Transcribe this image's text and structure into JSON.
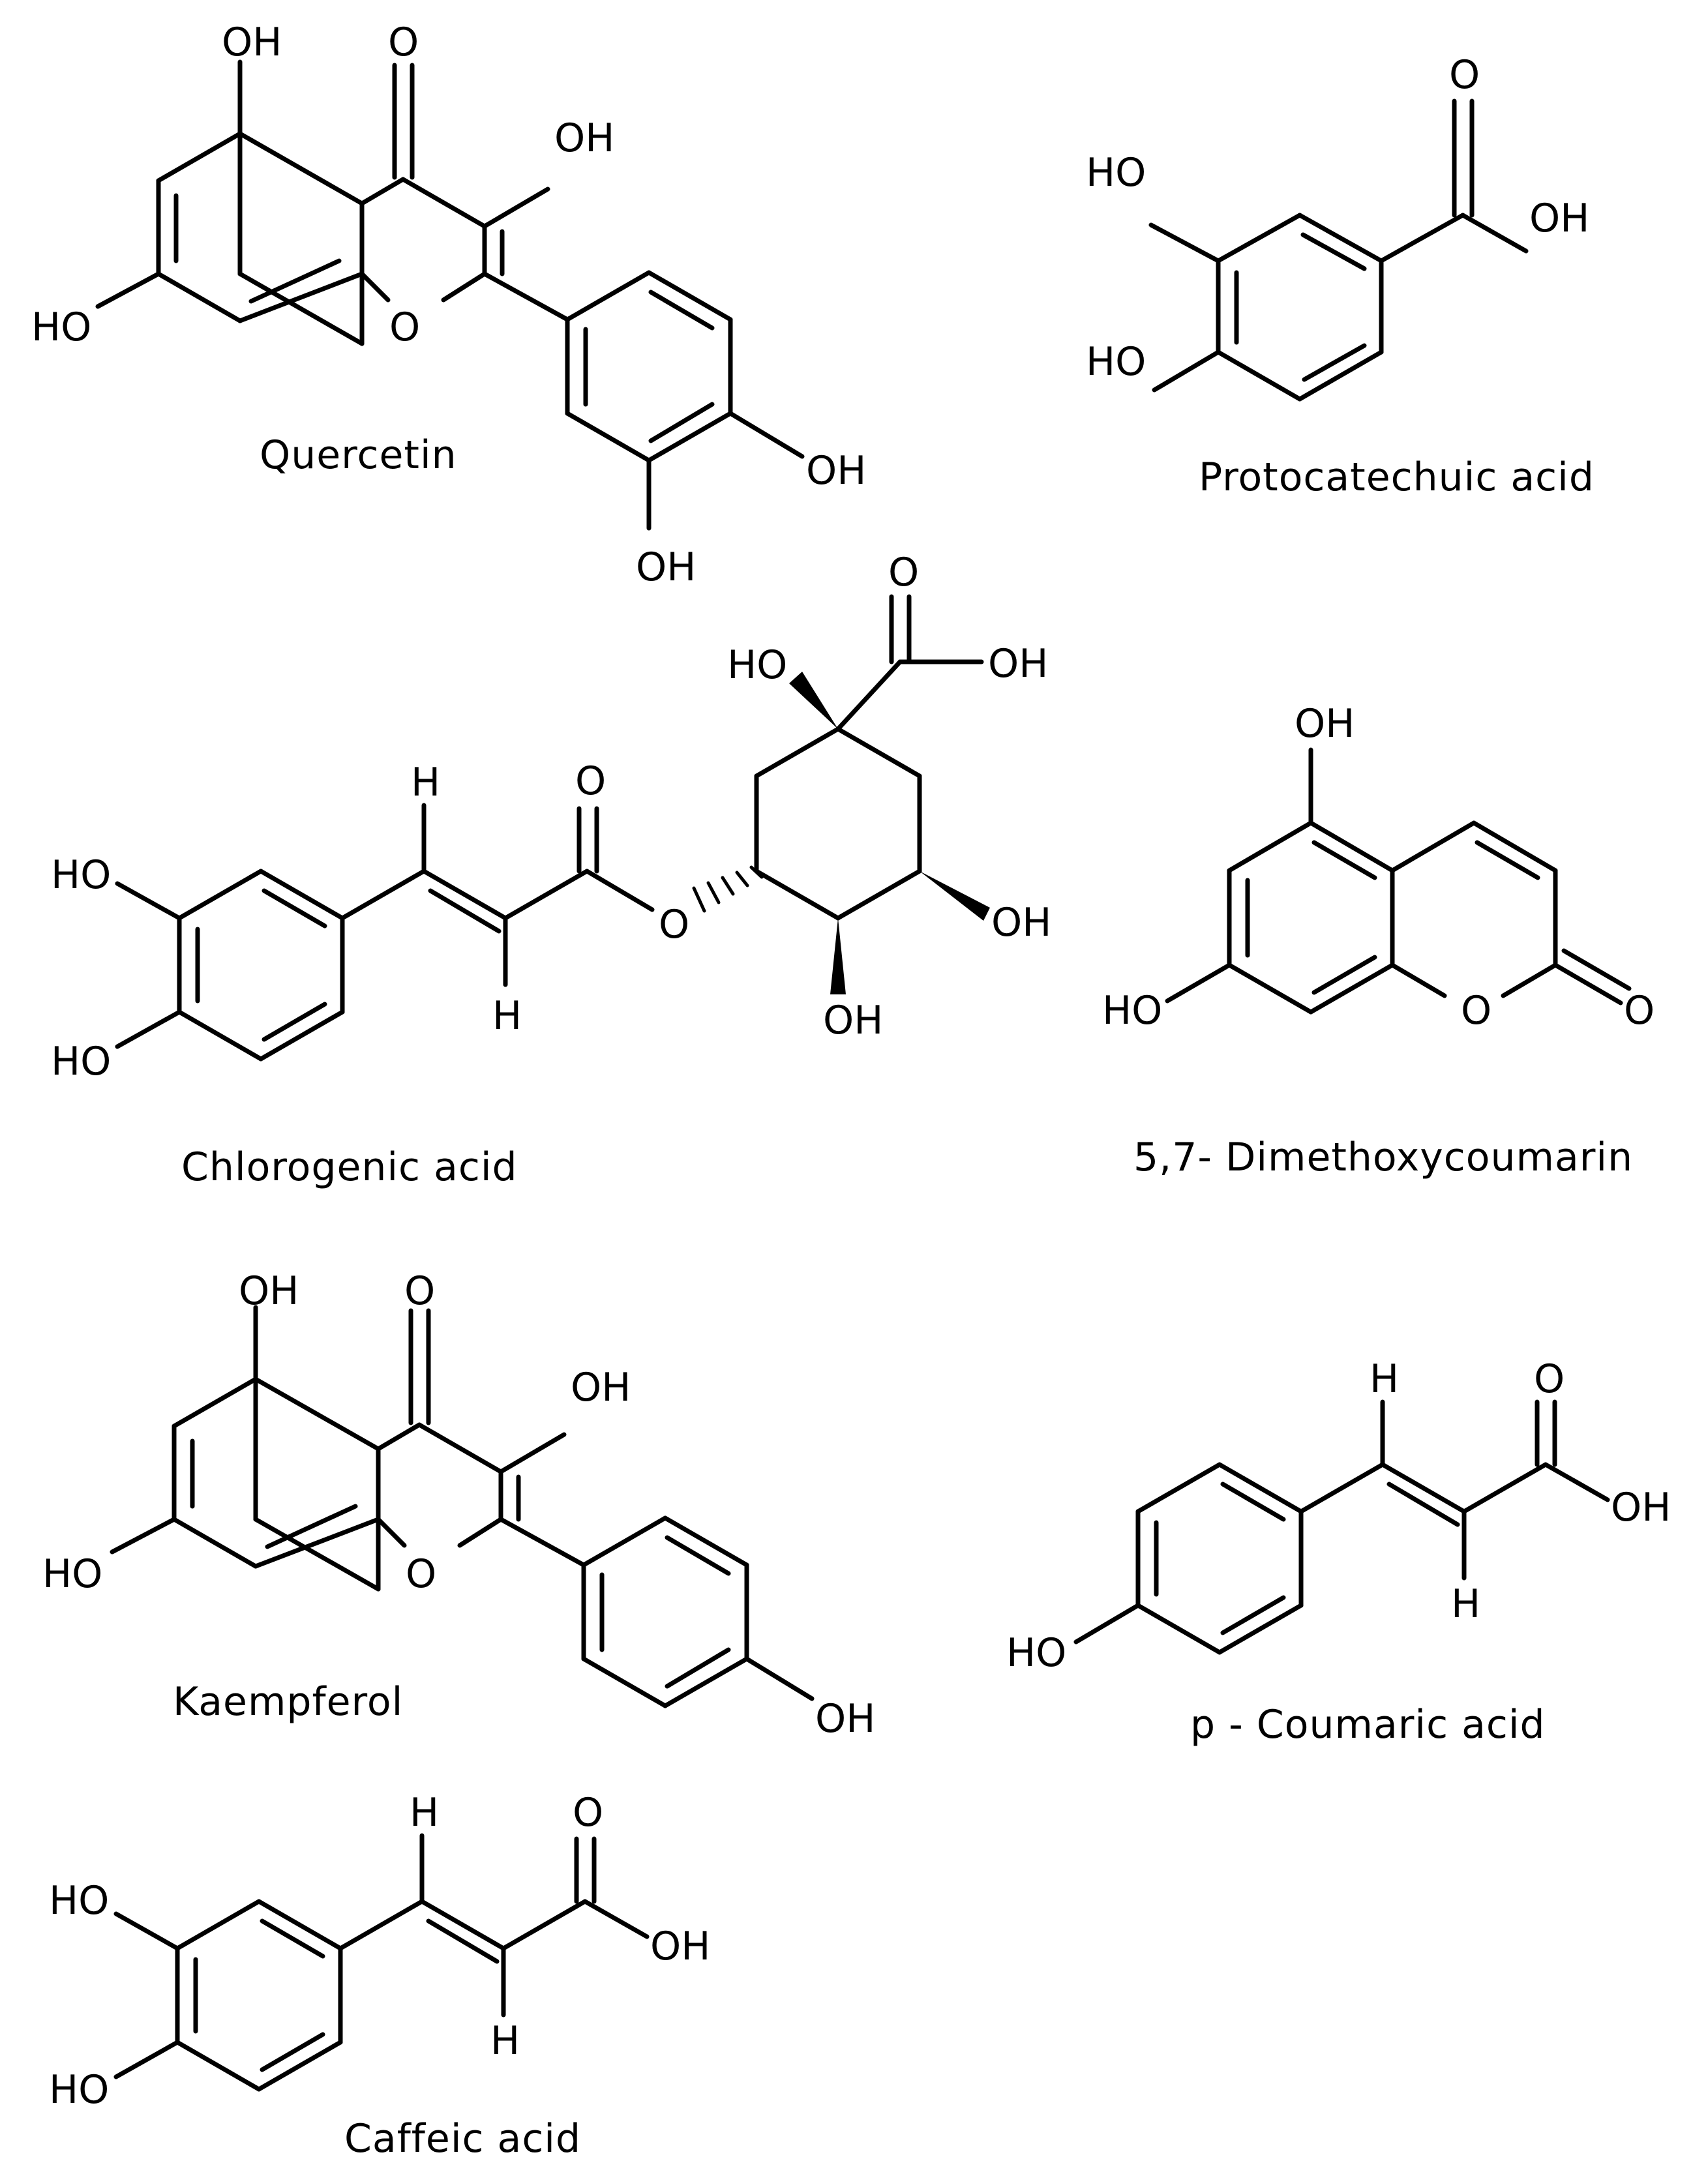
{
  "molecules": {
    "quercetin": {
      "name": "Quercetin",
      "atoms": {
        "oh5": "OH",
        "o4": "O",
        "oh3": "OH",
        "ho7": "HO",
        "o1": "O",
        "oh4p": "OH",
        "oh3p": "OH"
      }
    },
    "protocatechuic": {
      "name": "Protocatechuic acid",
      "atoms": {
        "o": "O",
        "oh": "OH",
        "ho3": "HO",
        "ho4": "HO"
      }
    },
    "chlorogenic": {
      "name": "Chlorogenic acid",
      "atoms": {
        "ho3": "HO",
        "ho4": "HO",
        "h1": "H",
        "h2": "H",
        "oc": "O",
        "oester": "O",
        "o": "O",
        "oh": "OH",
        "ho": "HO",
        "oh4": "OH",
        "oh5": "OH"
      }
    },
    "dimethoxycoumarin": {
      "name": "5,7- Dimethoxycoumarin",
      "atoms": {
        "oh5": "OH",
        "ho7": "HO",
        "o1": "O",
        "o2": "O"
      }
    },
    "kaempferol": {
      "name": "Kaempferol",
      "atoms": {
        "oh5": "OH",
        "o4": "O",
        "oh3": "OH",
        "ho7": "HO",
        "o1": "O",
        "oh4p": "OH"
      }
    },
    "coumaric": {
      "name": "p - Coumaric acid",
      "atoms": {
        "h1": "H",
        "o": "O",
        "oh": "OH",
        "h2": "H",
        "ho": "HO"
      }
    },
    "caffeic": {
      "name": "Caffeic acid",
      "atoms": {
        "h1": "H",
        "o": "O",
        "ho3": "HO",
        "oh": "OH",
        "h2": "H",
        "ho4": "HO"
      }
    }
  }
}
